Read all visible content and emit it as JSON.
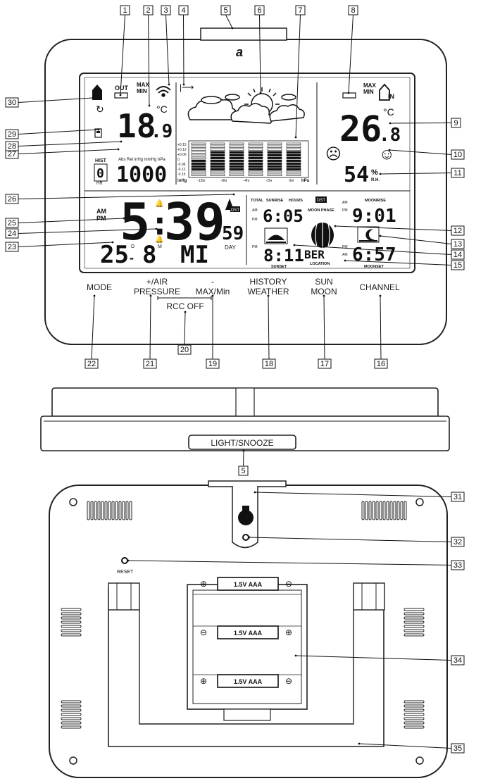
{
  "device": {
    "logo": "a",
    "out_label": "OUT",
    "in_label": "IN",
    "max_label": "MAX",
    "min_label": "MIN",
    "outdoor_temp_main": "18",
    "outdoor_temp_dec": ".9",
    "indoor_temp_main": "26",
    "indoor_temp_dec": ".8",
    "temp_unit": "°C",
    "humidity_value": "54",
    "humidity_unit": "%",
    "rh_label": "R.H.",
    "hist_label": "HIST",
    "hist_value": "0",
    "hr_label": "HR",
    "pressure_units_label": "Abs Rel inHg mmHg hPa",
    "pressure_value": "1000",
    "graph_ylabels_left": [
      "+0.15",
      "+0.12",
      "+0.06",
      "0",
      "-0.06",
      "-0.12",
      "-0.15"
    ],
    "graph_unit_left": "inHg",
    "graph_unit_right": "hPa",
    "graph_xlabels": [
      "-12hr",
      "-8hr",
      "-4hr",
      "-2hr",
      "0hr"
    ],
    "time_am": "AM",
    "time_pm": "PM",
    "time_hours": "5",
    "time_minutes": "39",
    "time_seconds": "59",
    "dst_label": "DST",
    "date_day": "25",
    "date_month": "8",
    "date_d_marker": "D",
    "date_m_marker": "M",
    "weekday": "MI",
    "day_label": "DAY",
    "total_label": "TOTAL",
    "sunrise_label": "SUNRISE",
    "hours_label": "HOURS",
    "sunrise_time": "6:05",
    "moon_phase_label": "MOON PHASE",
    "sunset_time": "8:11",
    "sunset_label": "SUNSET",
    "location_code": "BER",
    "location_label": "LOCATION",
    "moonrise_label": "MOONRISE",
    "moonrise_time": "9:01",
    "moonset_time": "6:57",
    "moonset_label": "MOONSET",
    "am_small": "AM",
    "pm_small": "PM"
  },
  "buttons": {
    "mode": "MODE",
    "air_pressure_line1": "+/AIR",
    "air_pressure_line2": "PRESSURE",
    "maxmin_line1": "-",
    "maxmin_line2": "MAX/Min",
    "rcc_off": "RCC OFF",
    "history_line1": "HISTORY",
    "history_line2": "WEATHER",
    "sunmoon_line1": "SUN",
    "sunmoon_line2": "MOON",
    "channel": "CHANNEL",
    "light_snooze": "LIGHT/SNOOZE"
  },
  "back": {
    "reset_label": "RESET",
    "battery_label": "1.5V AAA",
    "plus": "⊕",
    "minus": "⊖"
  },
  "callouts": [
    "1",
    "2",
    "3",
    "4",
    "5",
    "6",
    "7",
    "8",
    "9",
    "10",
    "11",
    "12",
    "13",
    "14",
    "15",
    "16",
    "17",
    "18",
    "19",
    "20",
    "21",
    "22",
    "23",
    "24",
    "25",
    "26",
    "27",
    "28",
    "29",
    "30",
    "31",
    "32",
    "33",
    "34",
    "35"
  ]
}
